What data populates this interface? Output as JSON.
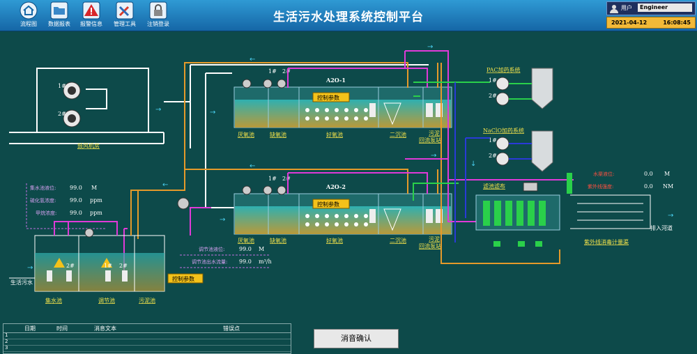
{
  "app_title": "生活污水处理系统控制平台",
  "nav": [
    {
      "label": "流程图",
      "icon": "home-icon"
    },
    {
      "label": "数据报表",
      "icon": "folder-icon"
    },
    {
      "label": "报警信息",
      "icon": "warning-icon"
    },
    {
      "label": "管理工具",
      "icon": "tools-icon"
    },
    {
      "label": "注销登录",
      "icon": "lock-icon"
    }
  ],
  "user": {
    "label": "用户",
    "name": "Engineer"
  },
  "datetime": {
    "date": "2021-04-12",
    "time": "16:08:45"
  },
  "blower": {
    "label": "鼓风机房",
    "pump1": "1#",
    "pump2": "2#"
  },
  "a2o1": {
    "title": "A2O-1",
    "control": "控制参数",
    "anaerobic": "厌氧池",
    "anoxic": "缺氧池",
    "aerobic": "好氧池",
    "clarifier": "二沉池",
    "sludge": "污泥",
    "sludge2": "回流泵站",
    "p1": "1#",
    "p2": "2#"
  },
  "a2o2": {
    "title": "A2O-2",
    "control": "控制参数",
    "anaerobic": "厌氧池",
    "anoxic": "缺氧池",
    "aerobic": "好氧池",
    "clarifier": "二沉池",
    "sludge": "污泥",
    "sludge2": "回流泵站",
    "p1": "1#",
    "p2": "2#"
  },
  "pac": {
    "label": "PAC加药系统",
    "p1": "1#",
    "p2": "2#"
  },
  "naclo": {
    "label": "NaClO加药系统",
    "p1": "1#",
    "p2": "2#"
  },
  "filter": {
    "label": "滤池滤布"
  },
  "uv": {
    "label": "紫外线消毒计量渠",
    "level_label": "水渠液位:",
    "level_value": "0.0",
    "level_unit": "M",
    "intensity_label": "紫外线强度:",
    "intensity_value": "0.0",
    "intensity_unit": "NM"
  },
  "outlet": {
    "label": "排入河道"
  },
  "collection": {
    "level_label": "集水池液位:",
    "level_value": "99.0",
    "level_unit": "M",
    "hydrogen_label": "硫化氢浓度:",
    "hydrogen_value": "99.0",
    "hydrogen_unit": "ppm",
    "methane_label": "甲烷浓度:",
    "methane_value": "99.0",
    "methane_unit": "ppm",
    "inlet": "生活污水",
    "pool1": "集水池",
    "pool2": "调节池",
    "pool3": "污泥池",
    "control": "控制参数",
    "p1": "1#",
    "p2": "2#"
  },
  "regulation": {
    "level_label": "调节池液位:",
    "level_value": "99.0",
    "level_unit": "M",
    "flow_label": "调节池出水流量:",
    "flow_value": "99.0",
    "flow_unit": "m³/h"
  },
  "alarm": {
    "columns": [
      "日期",
      "时间",
      "消息文本",
      "错误点"
    ],
    "rows": [
      "1",
      "2",
      "3"
    ]
  },
  "mute_button": "消音确认"
}
